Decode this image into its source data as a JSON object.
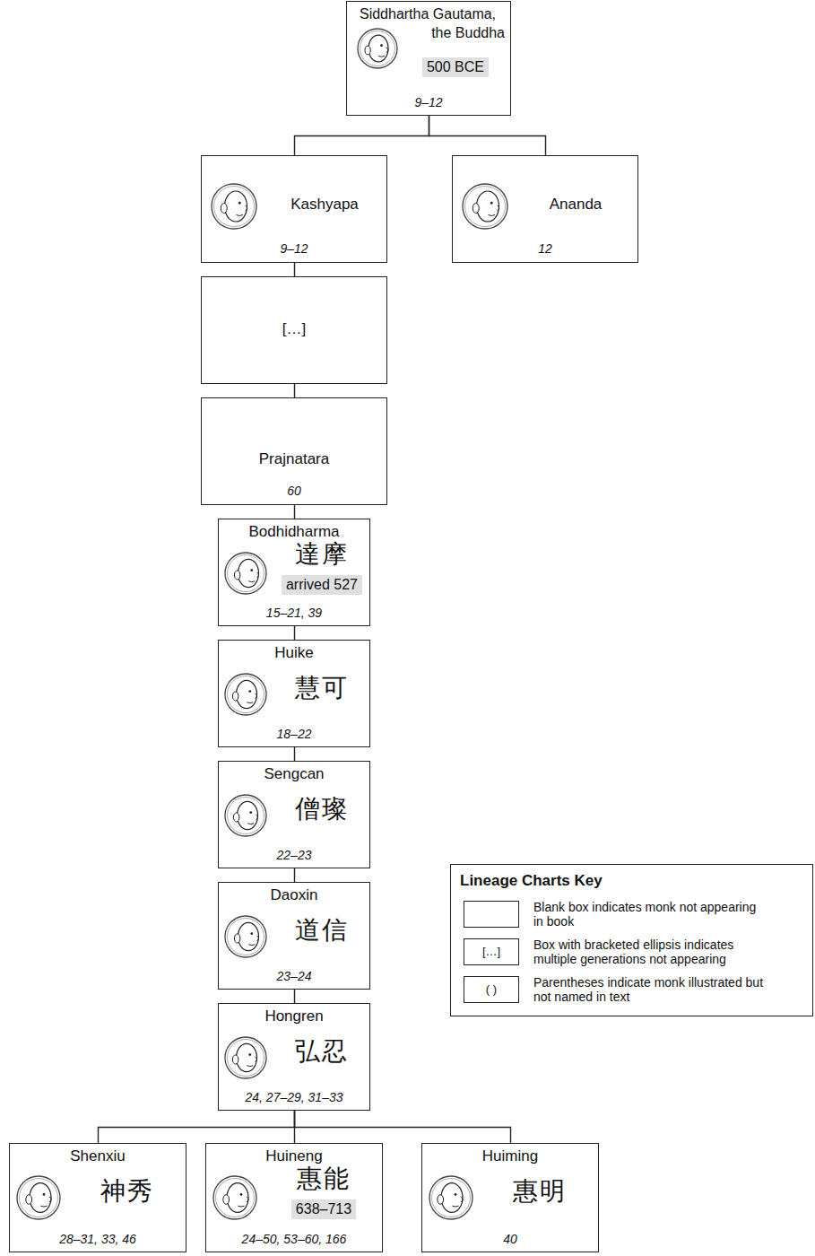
{
  "diagram": {
    "nodes": [
      {
        "text": [
          "Siddhartha Gautama, the Buddha",
          "500 BCE",
          "9–12"
        ]
      },
      {
        "text": [
          "Kashyapa",
          "9–12"
        ]
      },
      {
        "text": [
          "Ananda",
          "12"
        ]
      },
      {
        "text": [
          "[…]"
        ]
      },
      {
        "text": [
          "Prajnatara",
          "60"
        ]
      },
      {
        "text": [
          "Bodhidharma",
          "達摩",
          "arrived 527",
          "15–21, 39"
        ]
      },
      {
        "text": [
          "Huike",
          "慧可",
          "18–22"
        ]
      },
      {
        "text": [
          "Sengcan",
          "僧璨",
          "22–23"
        ]
      },
      {
        "text": [
          "Daoxin",
          "道信",
          "23–24"
        ]
      },
      {
        "text": [
          "Hongren",
          "弘忍",
          "24, 27–29, 31–33"
        ]
      },
      {
        "text": [
          "Shenxiu",
          "神秀",
          "28–31, 33, 46"
        ]
      },
      {
        "text": [
          "Huineng",
          "惠能",
          "638–713",
          "24–50, 53–60, 166"
        ]
      },
      {
        "text": [
          "Huiming",
          "惠明",
          "40"
        ]
      }
    ],
    "edges": [
      {
        "from": 0,
        "to": 1,
        "arrow": "none"
      },
      {
        "from": 0,
        "to": 2,
        "arrow": "none"
      },
      {
        "from": 1,
        "to": 3,
        "arrow": "none"
      },
      {
        "from": 3,
        "to": 4,
        "arrow": "none"
      },
      {
        "from": 4,
        "to": 5,
        "arrow": "none"
      },
      {
        "from": 5,
        "to": 6,
        "arrow": "none"
      },
      {
        "from": 6,
        "to": 7,
        "arrow": "none"
      },
      {
        "from": 7,
        "to": 8,
        "arrow": "none"
      },
      {
        "from": 8,
        "to": 9,
        "arrow": "none"
      },
      {
        "from": 9,
        "to": 10,
        "arrow": "none"
      },
      {
        "from": 9,
        "to": 11,
        "arrow": "none"
      },
      {
        "from": 9,
        "to": 12,
        "arrow": "none"
      }
    ],
    "labels": [
      "Lineage Charts Key",
      "[…]",
      "( )"
    ],
    "legend": [
      {
        "text": "Blank box indicates monk not appearing in book"
      },
      {
        "text": "Box with bracketed ellipsis indicates multiple generations not appearing"
      },
      {
        "text": "Parentheses indicate monk illustrated but not named in text"
      }
    ]
  }
}
